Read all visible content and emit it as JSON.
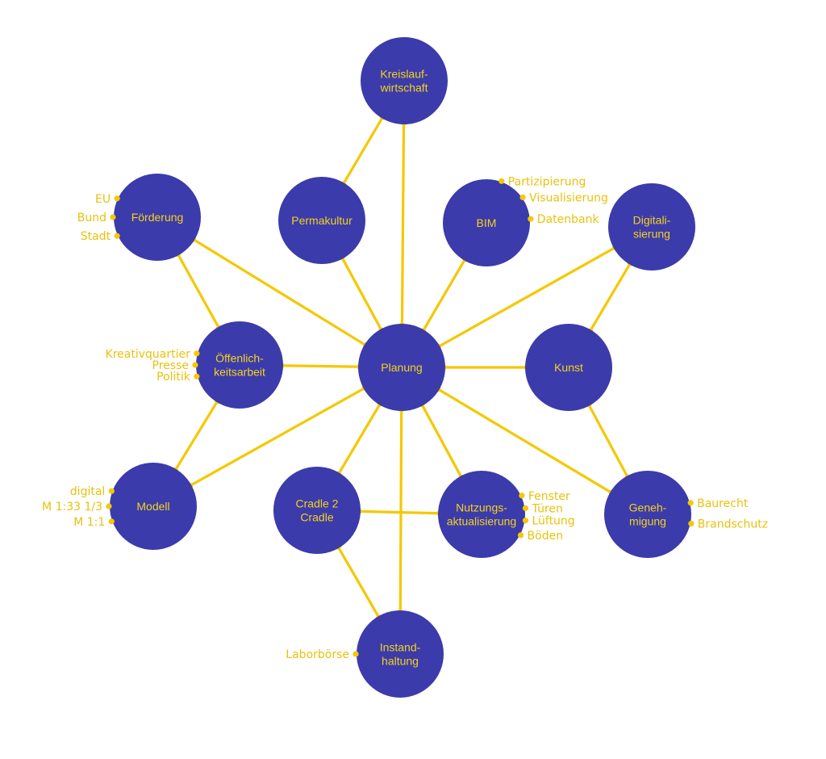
{
  "title": "Planung mind map",
  "colors": {
    "node_fill": "#3b3bab",
    "node_text": "#f5d31a",
    "edge": "#f5c800",
    "leaf_text": "#e8c20c"
  },
  "nodes": [
    {
      "id": "kreislauf",
      "lines": [
        "Kreislauf-",
        "wirtschaft"
      ]
    },
    {
      "id": "foerderung",
      "lines": [
        "Förderung"
      ]
    },
    {
      "id": "permakultur",
      "lines": [
        "Permakultur"
      ]
    },
    {
      "id": "bim",
      "lines": [
        "BIM"
      ]
    },
    {
      "id": "digitalisierung",
      "lines": [
        "Digitali-",
        "sierung"
      ]
    },
    {
      "id": "oeffentlichkeit",
      "lines": [
        "Öffenlich-",
        "keitsarbeit"
      ]
    },
    {
      "id": "planung",
      "lines": [
        "Planung"
      ]
    },
    {
      "id": "kunst",
      "lines": [
        "Kunst"
      ]
    },
    {
      "id": "modell",
      "lines": [
        "Modell"
      ]
    },
    {
      "id": "cradle",
      "lines": [
        "Cradle 2",
        "Cradle"
      ]
    },
    {
      "id": "nutzung",
      "lines": [
        "Nutzungs-",
        "aktualisierung"
      ]
    },
    {
      "id": "genehmigung",
      "lines": [
        "Geneh-",
        "migung"
      ]
    },
    {
      "id": "instandhaltung",
      "lines": [
        "Instand-",
        "haltung"
      ]
    }
  ],
  "edges": [
    [
      "kreislauf",
      "permakultur"
    ],
    [
      "kreislauf",
      "planung"
    ],
    [
      "foerderung",
      "oeffentlichkeit"
    ],
    [
      "foerderung",
      "planung"
    ],
    [
      "permakultur",
      "planung"
    ],
    [
      "bim",
      "planung"
    ],
    [
      "digitalisierung",
      "planung"
    ],
    [
      "digitalisierung",
      "kunst"
    ],
    [
      "oeffentlichkeit",
      "planung"
    ],
    [
      "oeffentlichkeit",
      "modell"
    ],
    [
      "planung",
      "kunst"
    ],
    [
      "planung",
      "modell"
    ],
    [
      "planung",
      "cradle"
    ],
    [
      "planung",
      "nutzung"
    ],
    [
      "planung",
      "genehmigung"
    ],
    [
      "planung",
      "instandhaltung"
    ],
    [
      "kunst",
      "genehmigung"
    ],
    [
      "cradle",
      "nutzung"
    ],
    [
      "cradle",
      "instandhaltung"
    ]
  ],
  "leaves": [
    {
      "node": "foerderung",
      "side": "left",
      "items": [
        "EU",
        "Bund",
        "Stadt"
      ]
    },
    {
      "node": "bim",
      "side": "right",
      "items": [
        "Partizipierung",
        "Visualisierung",
        "Datenbank"
      ]
    },
    {
      "node": "oeffentlichkeit",
      "side": "left",
      "items": [
        "Kreativquartier",
        "Presse",
        "Politik"
      ]
    },
    {
      "node": "modell",
      "side": "left",
      "items": [
        "digital",
        "M 1:33 1/3",
        "M 1:1"
      ]
    },
    {
      "node": "nutzung",
      "side": "right",
      "items": [
        "Fenster",
        "Türen",
        "Lüftung",
        "Böden"
      ]
    },
    {
      "node": "genehmigung",
      "side": "right",
      "items": [
        "Baurecht",
        "Brandschutz"
      ]
    },
    {
      "node": "instandhaltung",
      "side": "left",
      "items": [
        "Laborbörse"
      ]
    }
  ]
}
